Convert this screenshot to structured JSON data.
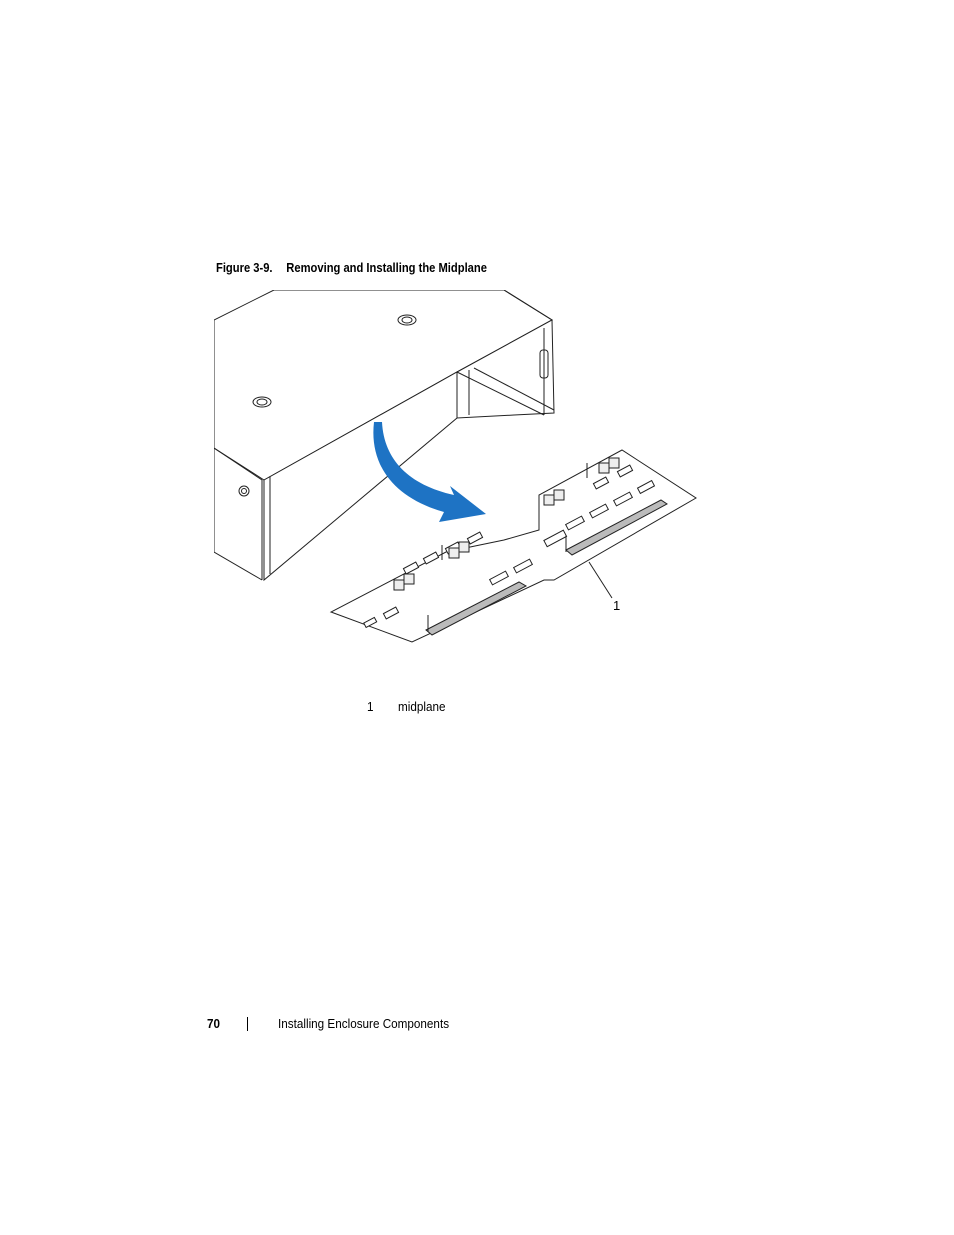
{
  "figure": {
    "number": "Figure 3-9.",
    "title": "Removing and Installing the Midplane",
    "callout": "1"
  },
  "legend": [
    {
      "number": "1",
      "label": "midplane"
    }
  ],
  "footer": {
    "page_number": "70",
    "section": "Installing Enclosure Components"
  },
  "colors": {
    "arrow": "#1e73c4",
    "line": "#222222"
  }
}
